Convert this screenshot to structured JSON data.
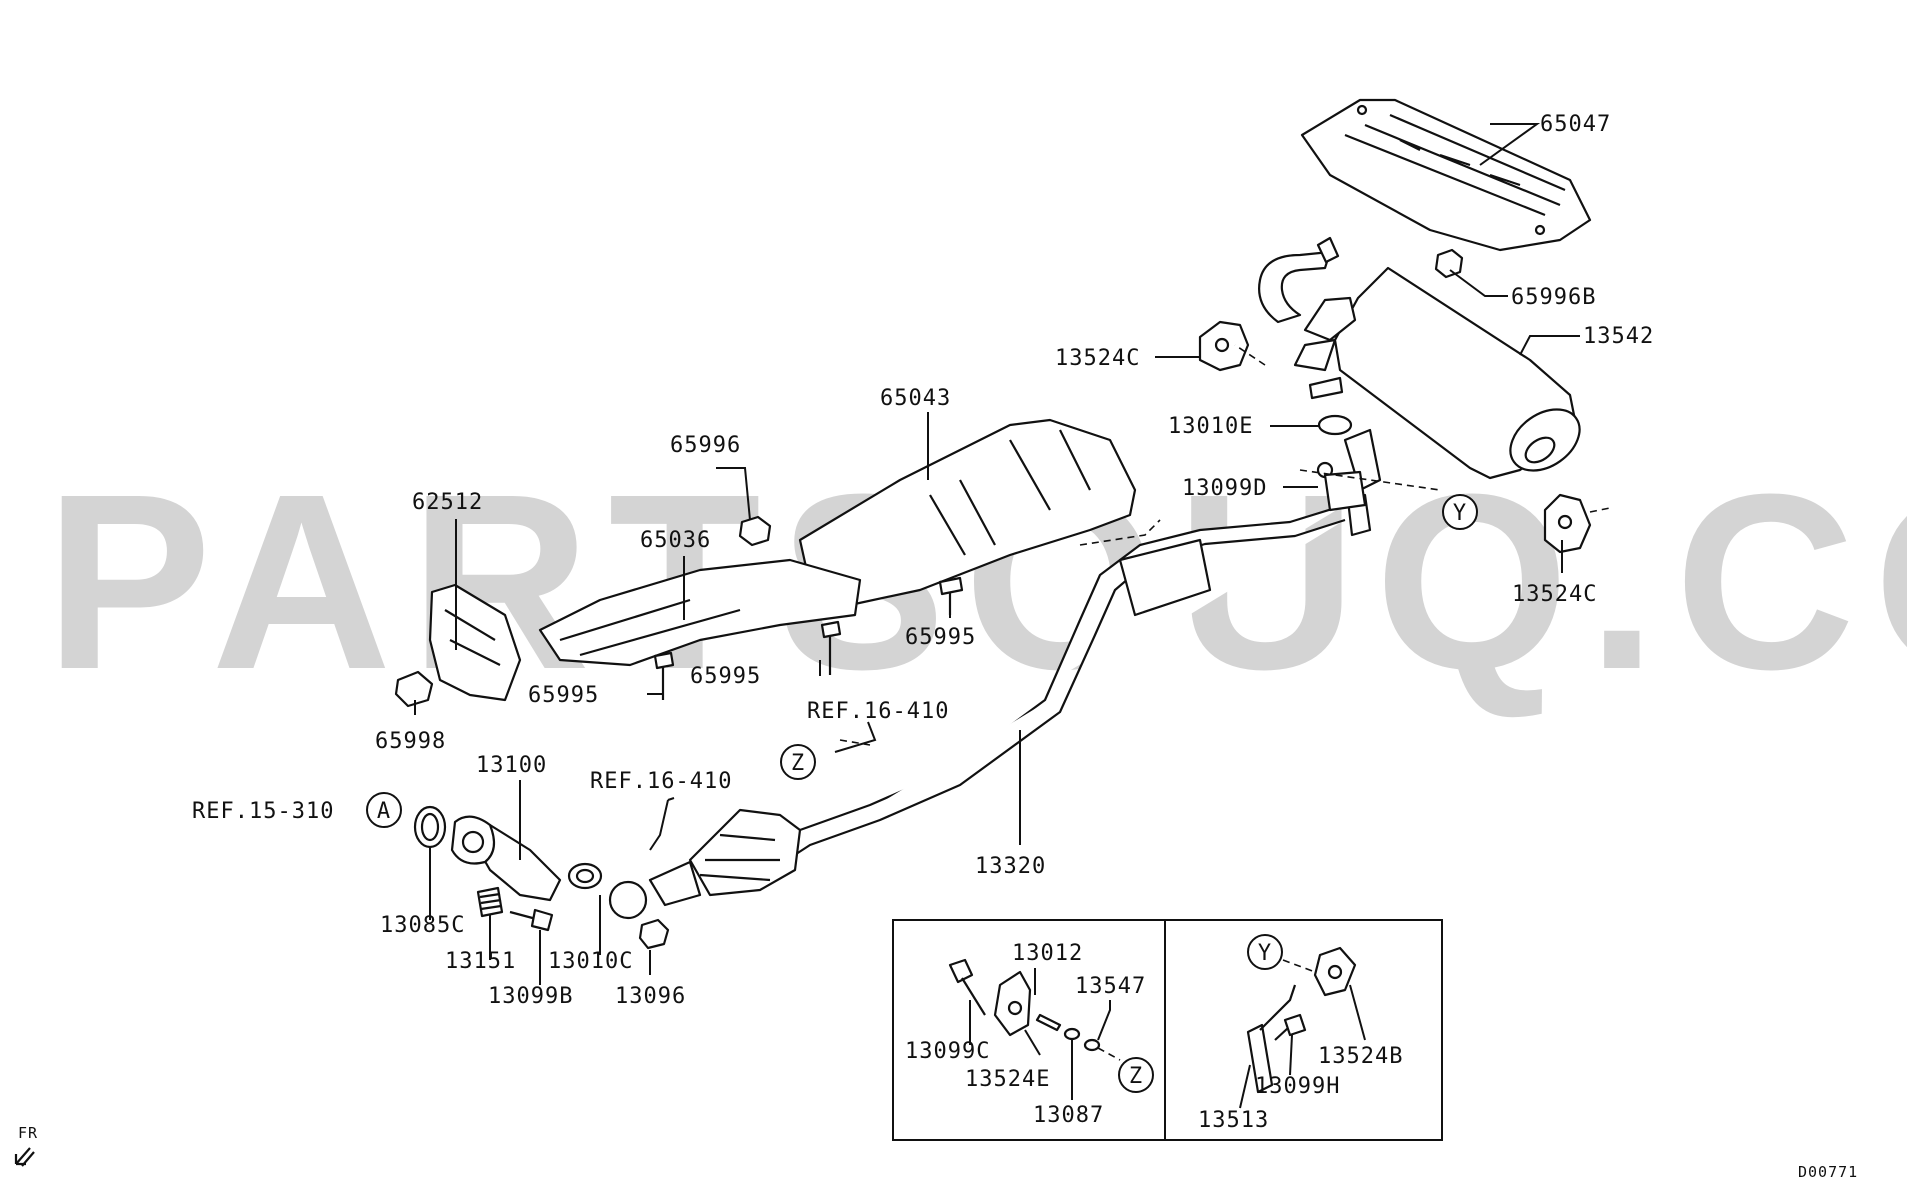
{
  "watermark": "PARTSOUQ.COM",
  "diagram_code": "D00771",
  "direction_label": "FR",
  "callouts": {
    "p65047": "65047",
    "p65996B": "65996B",
    "p13542": "13542",
    "p13524C_upper": "13524C",
    "p13010E": "13010E",
    "p13099D": "13099D",
    "p13524C_lower": "13524C",
    "p65043": "65043",
    "p65996": "65996",
    "p62512": "62512",
    "p65036": "65036",
    "p65995_right": "65995",
    "p65995_mid": "65995",
    "p65995_left": "65995",
    "p65998": "65998",
    "p13100": "13100",
    "p13085C": "13085C",
    "p13151": "13151",
    "p13099B": "13099B",
    "p13010C": "13010C",
    "p13096": "13096",
    "p13320": "13320",
    "p13012": "13012",
    "p13547": "13547",
    "p13099C": "13099C",
    "p13524E": "13524E",
    "p13087": "13087",
    "p13524B": "13524B",
    "p13099H": "13099H",
    "p13513": "13513"
  },
  "references": {
    "ref_15_310": "REF.15-310",
    "ref_16_410_upper": "REF.16-410",
    "ref_16_410_lower": "REF.16-410"
  },
  "markers": {
    "A": "A",
    "Y_main": "Y",
    "Z_main": "Z",
    "Z_inset": "Z",
    "Y_inset": "Y"
  }
}
